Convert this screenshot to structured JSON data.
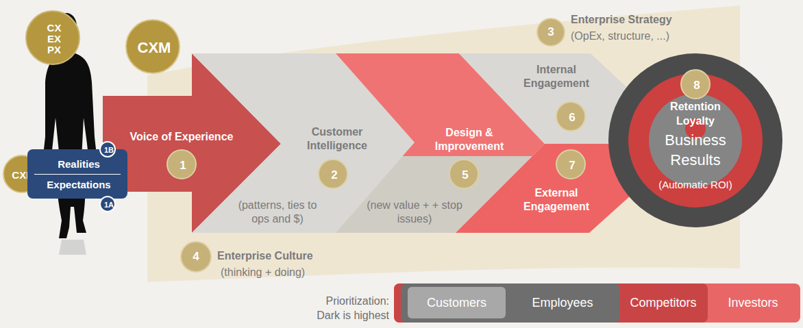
{
  "diagram": {
    "nodes": [
      {
        "text": [
          "CX EX PX"
        ]
      },
      {
        "text": [
          "CXM"
        ]
      },
      {
        "text": [
          "CXM"
        ]
      },
      {
        "text": [
          "Realities",
          "Expectations"
        ]
      },
      {
        "text": [
          "1B"
        ]
      },
      {
        "text": [
          "1A"
        ]
      },
      {
        "text": [
          "Voice of Experience"
        ]
      },
      {
        "text": [
          "1"
        ],
        "in": 6
      },
      {
        "text": [
          "Customer Intelligence",
          "(patterns, ties to ops and $)"
        ]
      },
      {
        "text": [
          "2"
        ],
        "in": 8
      },
      {
        "text": [
          "Design & Improvement",
          "(new value + + stop issues)"
        ]
      },
      {
        "text": [
          "5"
        ],
        "in": 10
      },
      {
        "text": [
          "Internal Engagement"
        ]
      },
      {
        "text": [
          "6"
        ],
        "in": 12
      },
      {
        "text": [
          "External Engagement"
        ]
      },
      {
        "text": [
          "7"
        ],
        "in": 14
      },
      {
        "text": [
          "3",
          "Enterprise Strategy",
          "(OpEx, structure, ...)"
        ]
      },
      {
        "text": [
          "4",
          "Enterprise Culture",
          "(thinking + doing)"
        ]
      },
      {
        "text": [
          "Retention Loyalty",
          "Business Results",
          "(Automatic ROI)"
        ]
      },
      {
        "text": [
          "8"
        ],
        "in": 18
      }
    ],
    "labels": [
      "Prioritization:",
      "Dark is highest"
    ],
    "legend": [
      {
        "text": "Customers",
        "color": "#a8a8a8"
      },
      {
        "text": "Employees",
        "color": "#6e6e6e"
      },
      {
        "text": "Competitors",
        "color": "#c94545"
      },
      {
        "text": "Investors",
        "color": "#e96666"
      }
    ]
  }
}
